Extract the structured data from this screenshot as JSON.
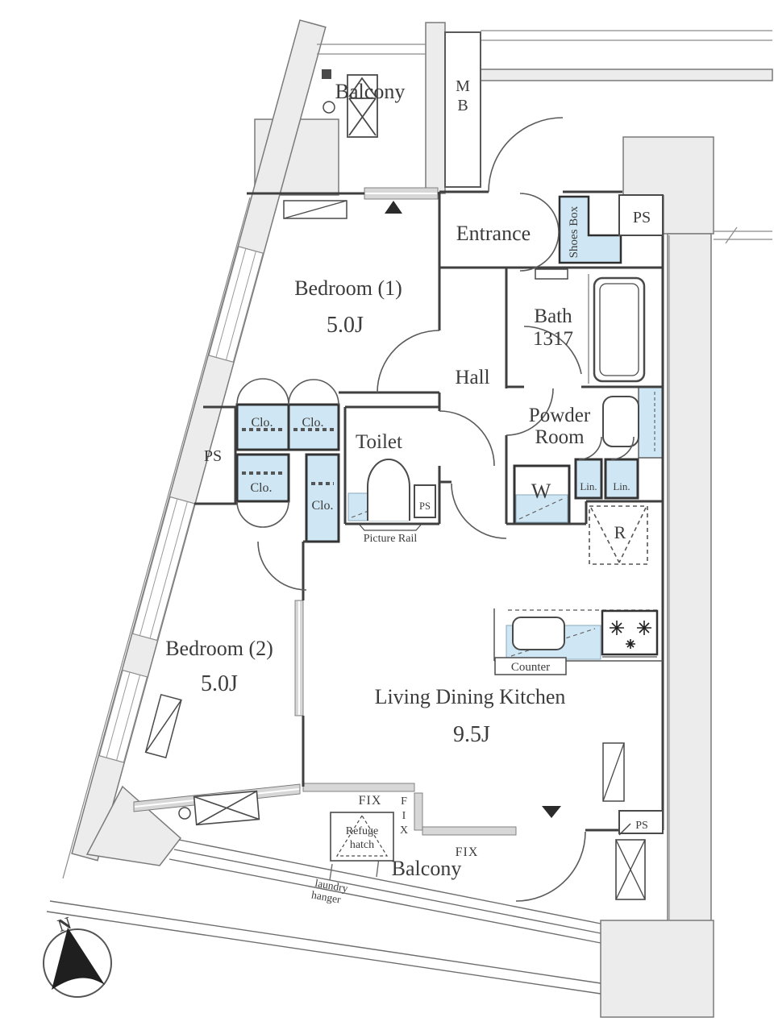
{
  "plan": {
    "type": "apartment-floor-plan",
    "labels": {
      "balcony_top": "Balcony",
      "mb_line1": "M",
      "mb_line2": "B",
      "entrance": "Entrance",
      "shoes_box": "Shoes Box",
      "ps_top_right": "PS",
      "bath_name": "Bath",
      "bath_size": "1317",
      "hall": "Hall",
      "powder_line1": "Powder",
      "powder_line2": "Room",
      "toilet": "Toilet",
      "washer": "W",
      "linen1": "Lin.",
      "linen2": "Lin.",
      "refrigerator": "R",
      "closet_top_left": "Clo.",
      "closet_top_right": "Clo.",
      "closet_left": "Clo.",
      "closet_mid": "Clo.",
      "ps_left": "PS",
      "ps_toilet": "PS",
      "picture_rail": "Picture Rail",
      "bedroom1_name": "Bedroom (1)",
      "bedroom1_size": "5.0J",
      "bedroom2_name": "Bedroom (2)",
      "bedroom2_size": "5.0J",
      "ldk_name": "Living Dining Kitchen",
      "ldk_size": "9.5J",
      "counter": "Counter",
      "fix_left": "FIX",
      "fix_vert_1": "F",
      "fix_vert_2": "I",
      "fix_vert_3": "X",
      "fix_bottom": "FIX",
      "refuge_line1": "Refuge",
      "refuge_line2": "hatch",
      "balcony_bottom": "Balcony",
      "laundry_line1": "laundry",
      "laundry_line2": "hanger",
      "ps_bottom_right": "PS",
      "compass_north": "N"
    },
    "colors": {
      "wall_fill": "#ececec",
      "wall_edge": "#7a7a7a",
      "partition": "#3f3f3f",
      "fixture_fill": "#cfe7f4",
      "fixture_edge": "#2f2f2f",
      "text": "#3c3c3c"
    }
  }
}
